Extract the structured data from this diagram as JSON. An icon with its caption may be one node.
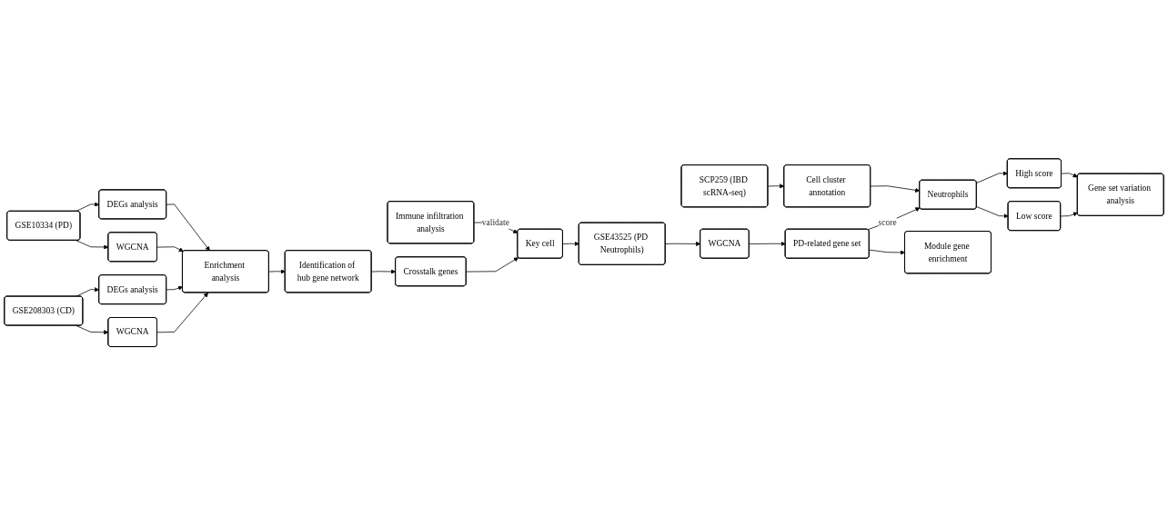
{
  "diagram": {
    "nodes": [
      {
        "text": [
          "GSE10334 (PD)"
        ]
      },
      {
        "text": [
          "GSE208303 (CD)"
        ]
      },
      {
        "text": [
          "GSE43525 (PD Neutrophils)"
        ]
      },
      {
        "text": [
          "SCP259 (IBD scRNA-seq)"
        ]
      },
      {
        "text": [
          "DEGs analysis"
        ]
      },
      {
        "text": [
          "WGCNA"
        ]
      },
      {
        "text": [
          "DEGs analysis"
        ]
      },
      {
        "text": [
          "WGCNA"
        ]
      },
      {
        "text": [
          "WGCNA"
        ]
      },
      {
        "text": [
          "Cell cluster annotation"
        ]
      },
      {
        "text": [
          "Enrichment analysis"
        ]
      },
      {
        "text": [
          "Immune infiltration analysis"
        ]
      },
      {
        "text": [
          "PD-related gene set"
        ]
      },
      {
        "text": [
          "Neutrophils"
        ]
      },
      {
        "text": [
          "Identification of hub gene network"
        ]
      },
      {
        "text": [
          "Module gene enrichment"
        ]
      },
      {
        "text": [
          "High score"
        ]
      },
      {
        "text": [
          "Low score"
        ]
      },
      {
        "text": [
          "Crosstalk genes"
        ]
      },
      {
        "text": [
          "Key cell"
        ]
      },
      {
        "text": [
          "Gene set variation analysis"
        ]
      }
    ],
    "edges": [
      {
        "from": 0,
        "to": 4,
        "arrow": "to"
      },
      {
        "from": 0,
        "to": 5,
        "arrow": "to"
      },
      {
        "from": 1,
        "to": 6,
        "arrow": "to"
      },
      {
        "from": 1,
        "to": 7,
        "arrow": "to"
      },
      {
        "from": 4,
        "to": 10,
        "arrow": "to"
      },
      {
        "from": 5,
        "to": 10,
        "arrow": "to"
      },
      {
        "from": 6,
        "to": 10,
        "arrow": "to"
      },
      {
        "from": 7,
        "to": 10,
        "arrow": "to"
      },
      {
        "from": 10,
        "to": 14,
        "arrow": "to"
      },
      {
        "from": 14,
        "to": 18,
        "arrow": "to"
      },
      {
        "from": 18,
        "to": 19,
        "arrow": "to"
      },
      {
        "from": 11,
        "to": 19,
        "label": "validate",
        "arrow": "to"
      },
      {
        "from": 19,
        "to": 2,
        "arrow": "to"
      },
      {
        "from": 2,
        "to": 8,
        "arrow": "to"
      },
      {
        "from": 8,
        "to": 12,
        "arrow": "to"
      },
      {
        "from": 12,
        "to": 13,
        "label": "score",
        "arrow": "to"
      },
      {
        "from": 12,
        "to": 15,
        "arrow": "to"
      },
      {
        "from": 3,
        "to": 9,
        "arrow": "to"
      },
      {
        "from": 9,
        "to": 13,
        "arrow": "to"
      },
      {
        "from": 13,
        "to": 16,
        "arrow": "to"
      },
      {
        "from": 13,
        "to": 17,
        "arrow": "to"
      },
      {
        "from": 16,
        "to": 20,
        "arrow": "to"
      },
      {
        "from": 17,
        "to": 20,
        "arrow": "to"
      }
    ]
  }
}
